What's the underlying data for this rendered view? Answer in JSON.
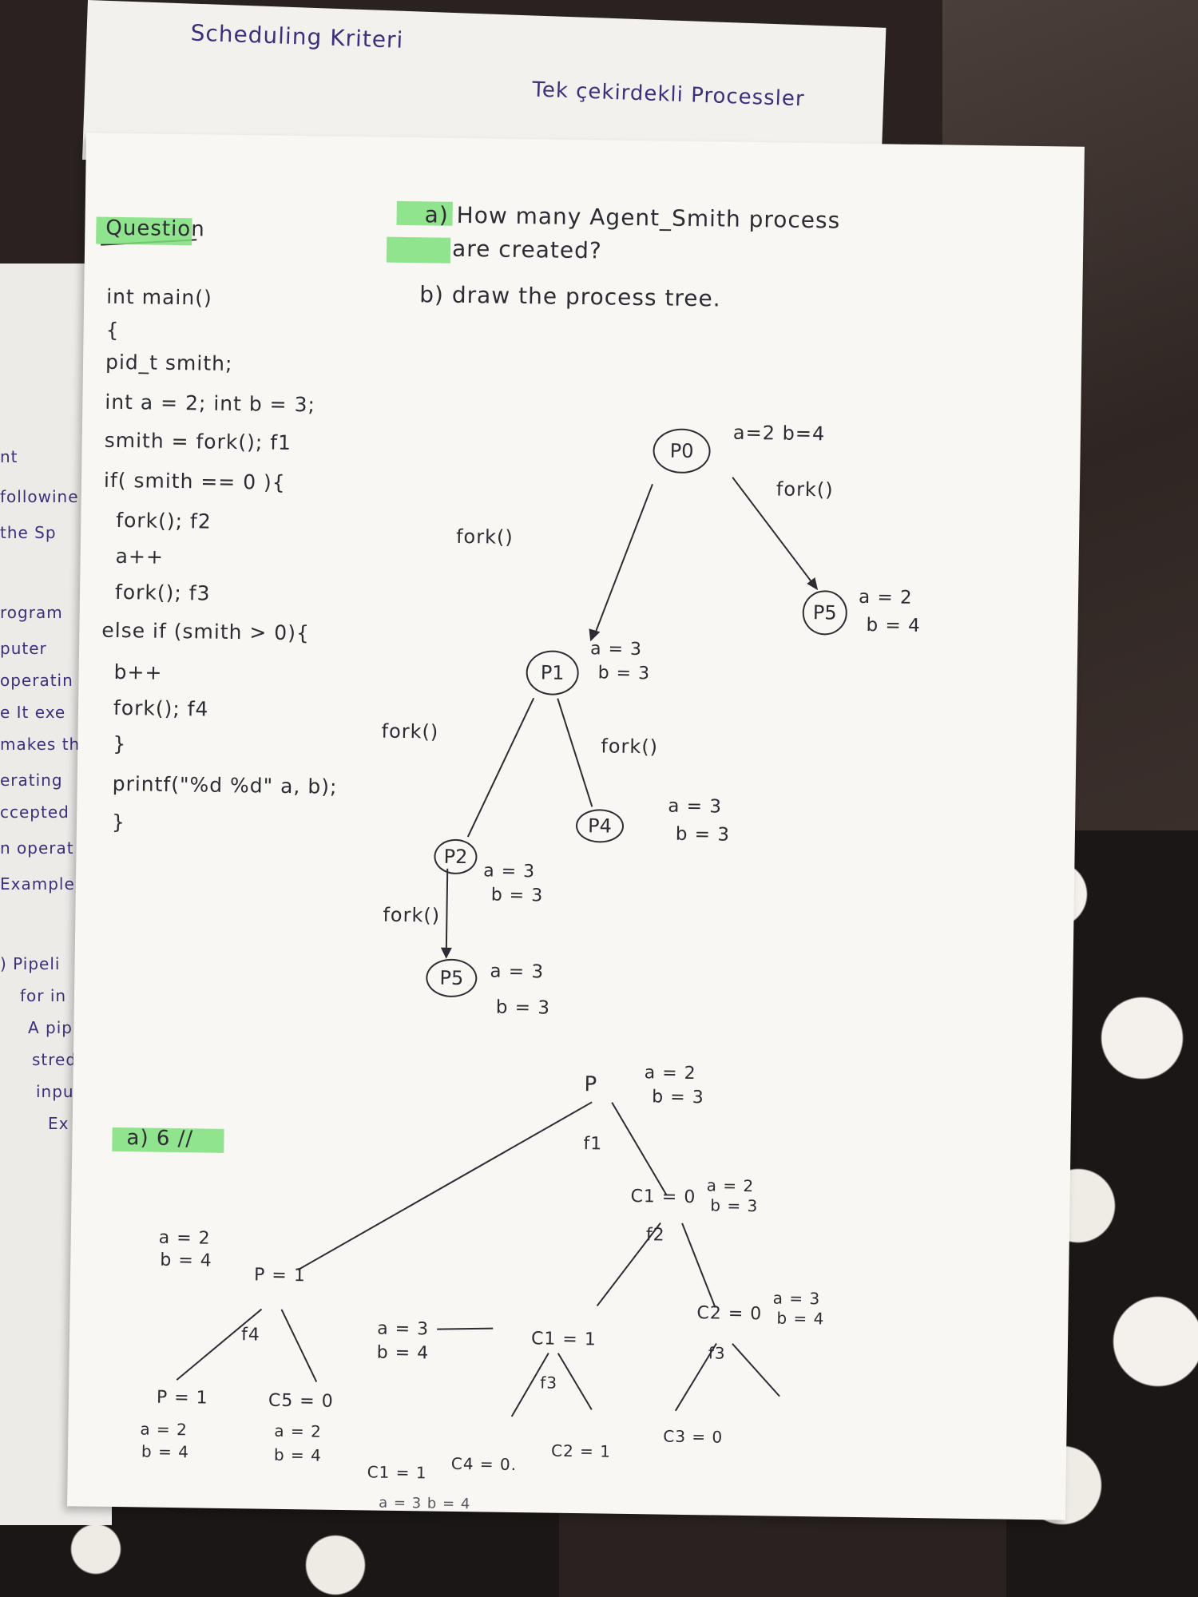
{
  "top_sheet": {
    "title": "Scheduling Kriteri",
    "subtitle": "Tek çekirdekli Processler"
  },
  "left_sheet": {
    "fragments": [
      "nt",
      "followine",
      "the Sp",
      "rogram",
      "puter",
      "operatin",
      "e It exe",
      "makes th",
      "erating",
      "ccepted",
      "n operat",
      "Example",
      ") Pipeli",
      "for in",
      "A pip",
      "stred",
      "inpu",
      "Ex"
    ]
  },
  "question": {
    "label": "Question",
    "part_a": "a) How many Agent_Smith process are created?",
    "part_a_line1": "a) How many Agent_Smith process",
    "part_a_line2": "are created?",
    "part_b": "b) draw the process tree."
  },
  "code": {
    "lines": [
      "int main()",
      "{",
      "pid_t smith;",
      "int a = 2; int b = 3;",
      "smith = fork(); f1",
      "if( smith == 0 ){",
      "fork(); f2",
      "a++",
      "fork(); f3",
      "else if (smith > 0){",
      "b++",
      "fork(); f4",
      "}",
      "printf(\"%d %d\" a, b);",
      "}"
    ]
  },
  "process_tree": {
    "p0": {
      "label": "P0",
      "values": "a=2 b=4"
    },
    "p5_right": {
      "label": "P5",
      "a": "a = 2",
      "b": "b = 4"
    },
    "p1": {
      "label": "P1",
      "a": "a = 3",
      "b": "b = 3"
    },
    "p2": {
      "label": "P2",
      "a": "a = 3",
      "b": "b = 3"
    },
    "p4": {
      "label": "P4",
      "a": "a = 3",
      "b": "b = 3"
    },
    "p5_bottom": {
      "label": "P5",
      "a": "a = 3",
      "b": "b = 3"
    },
    "fork_labels": [
      "fork()",
      "fork()",
      "fork()",
      "fork()",
      "fork()"
    ]
  },
  "answer": {
    "label": "a) 6 //"
  },
  "second_tree": {
    "root": {
      "label": "P",
      "a": "a = 2",
      "b": "b = 3",
      "f": "f1"
    },
    "c1": {
      "label": "C1 = 0",
      "a": "a = 2",
      "b": "b = 3",
      "f": "f2"
    },
    "p_eq_1": {
      "label": "P = 1",
      "a": "a = 2",
      "b": "b = 4",
      "f": "f4"
    },
    "p_eq_1_leaf": {
      "label": "P = 1",
      "a": "a = 2",
      "b": "b = 4"
    },
    "c5": {
      "label": "C5 = 0",
      "a": "a = 2",
      "b": "b = 4"
    },
    "c1_eq_1": {
      "label": "C1 = 1",
      "a": "a = 3",
      "b": "b = 4",
      "f": "f3"
    },
    "c2": {
      "label": "C2 = 0",
      "a": "a = 3",
      "b": "b = 4",
      "f": "f3"
    },
    "leaf_c1": {
      "label": "C1 = 1"
    },
    "leaf_c4": {
      "label": "C4 = 0."
    },
    "leaf_c2": {
      "label": "C2 = 1"
    },
    "leaf_c3": {
      "label": "C3 = 0"
    },
    "bottom_values": "a = 3   b = 4"
  }
}
